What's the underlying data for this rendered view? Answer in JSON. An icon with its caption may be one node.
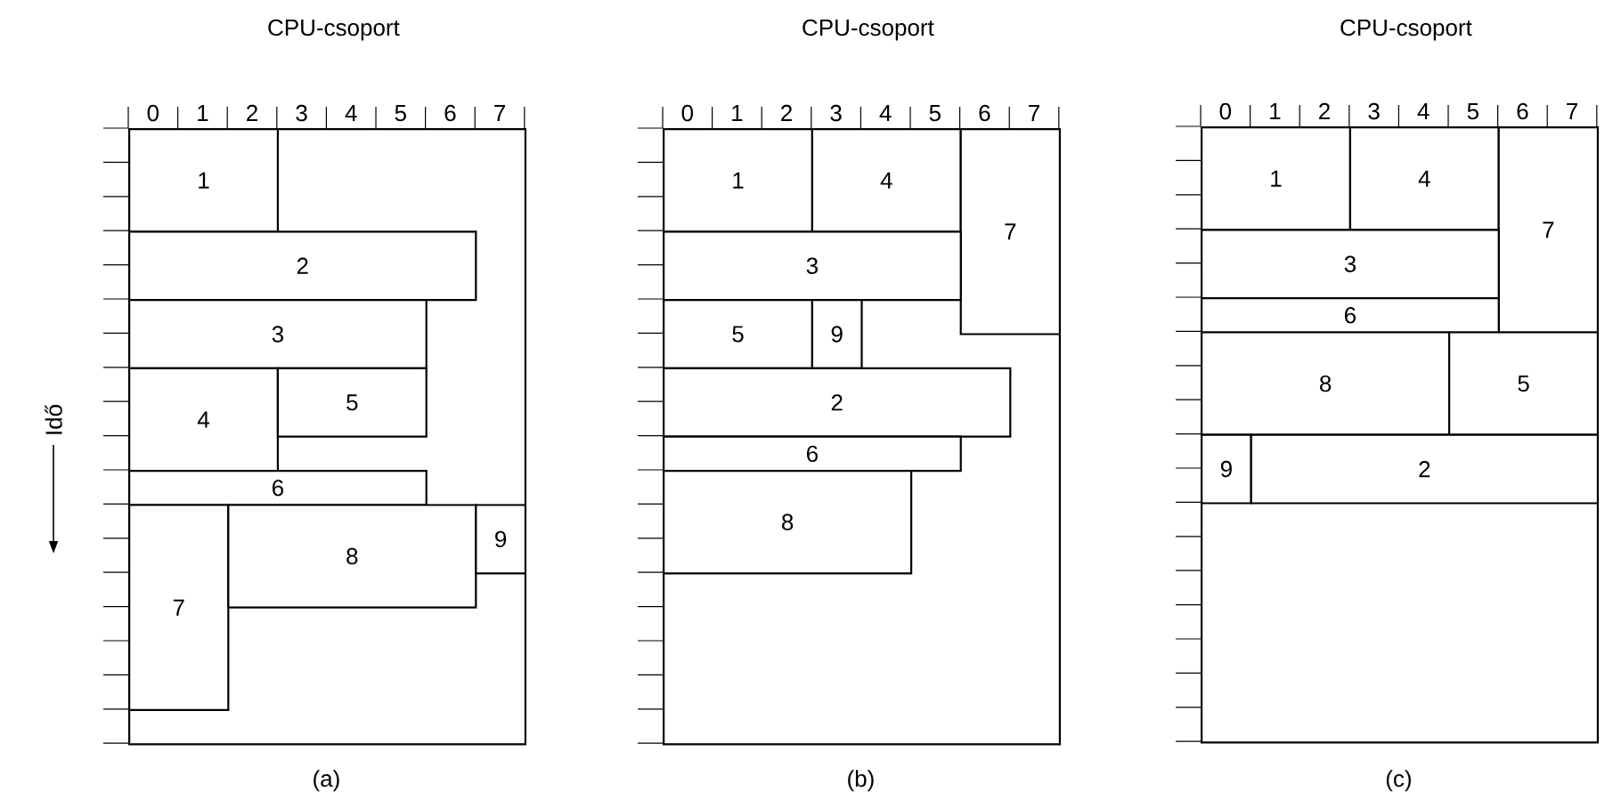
{
  "diagram": {
    "nodes": [
      {
        "text": [
          "CPU-csoport"
        ],
        "beside": [
          "(a)"
        ]
      },
      {
        "text": [
          "1"
        ],
        "in": 0
      },
      {
        "text": [
          "2"
        ],
        "in": 0
      },
      {
        "text": [
          "3"
        ],
        "in": 0
      },
      {
        "text": [
          "4"
        ],
        "in": 0
      },
      {
        "text": [
          "5"
        ],
        "in": 0
      },
      {
        "text": [
          "6"
        ],
        "in": 0
      },
      {
        "text": [
          "7"
        ],
        "in": 0
      },
      {
        "text": [
          "8"
        ],
        "in": 0
      },
      {
        "text": [
          "9"
        ],
        "in": 0
      },
      {
        "text": [
          "CPU-csoport"
        ],
        "beside": [
          "(b)"
        ]
      },
      {
        "text": [
          "1"
        ],
        "in": 10
      },
      {
        "text": [
          "4"
        ],
        "in": 10
      },
      {
        "text": [
          "7"
        ],
        "in": 10
      },
      {
        "text": [
          "3"
        ],
        "in": 10
      },
      {
        "text": [
          "5"
        ],
        "in": 10
      },
      {
        "text": [
          "9"
        ],
        "in": 10
      },
      {
        "text": [
          "2"
        ],
        "in": 10
      },
      {
        "text": [
          "6"
        ],
        "in": 10
      },
      {
        "text": [
          "8"
        ],
        "in": 10
      },
      {
        "text": [
          "CPU-csoport"
        ],
        "beside": [
          "(c)"
        ]
      },
      {
        "text": [
          "1"
        ],
        "in": 20
      },
      {
        "text": [
          "4"
        ],
        "in": 20
      },
      {
        "text": [
          "7"
        ],
        "in": 20
      },
      {
        "text": [
          "3"
        ],
        "in": 20
      },
      {
        "text": [
          "6"
        ],
        "in": 20
      },
      {
        "text": [
          "8"
        ],
        "in": 20
      },
      {
        "text": [
          "5"
        ],
        "in": 20
      },
      {
        "text": [
          "9"
        ],
        "in": 20
      },
      {
        "text": [
          "2"
        ],
        "in": 20
      }
    ],
    "labels": [
      "0",
      "1",
      "2",
      "3",
      "4",
      "5",
      "6",
      "7",
      "0",
      "1",
      "2",
      "3",
      "4",
      "5",
      "6",
      "7",
      "0",
      "1",
      "2",
      "3",
      "4",
      "5",
      "6",
      "7",
      "Idő"
    ]
  }
}
